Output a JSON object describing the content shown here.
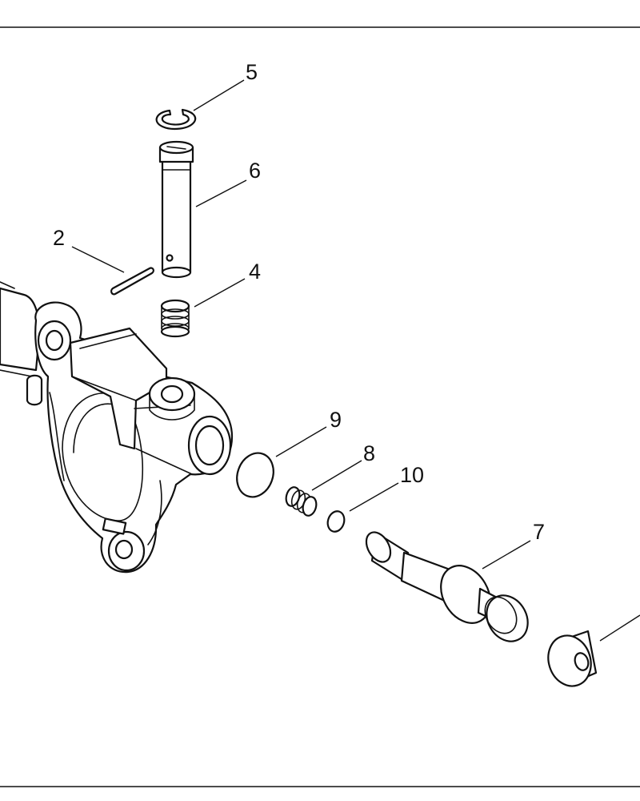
{
  "diagram": {
    "callouts": [
      {
        "id": "c5",
        "label": "5"
      },
      {
        "id": "c6",
        "label": "6"
      },
      {
        "id": "c2",
        "label": "2"
      },
      {
        "id": "c4",
        "label": "4"
      },
      {
        "id": "c9",
        "label": "9"
      },
      {
        "id": "c8",
        "label": "8"
      },
      {
        "id": "c10",
        "label": "10"
      },
      {
        "id": "c7",
        "label": "7"
      }
    ]
  }
}
